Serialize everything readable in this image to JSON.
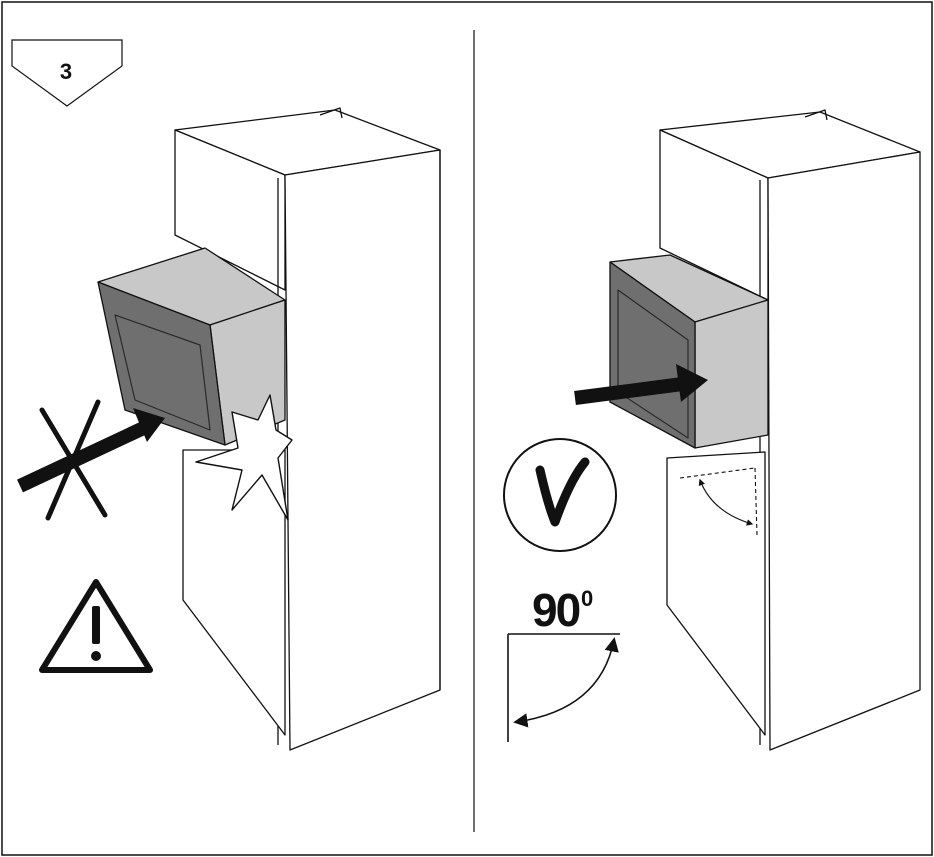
{
  "step": {
    "number": "3"
  },
  "right_panel": {
    "angle_value": "90",
    "angle_unit": "0"
  },
  "colors": {
    "line": "#111111",
    "appliance_body": "#c8c8c8",
    "appliance_front": "#6f6f6f",
    "cabinet": "#ffffff"
  },
  "icons": {
    "wrong": "cross-icon",
    "warning": "warning-icon",
    "correct": "checkmark-icon",
    "arrow": "push-arrow-icon"
  }
}
